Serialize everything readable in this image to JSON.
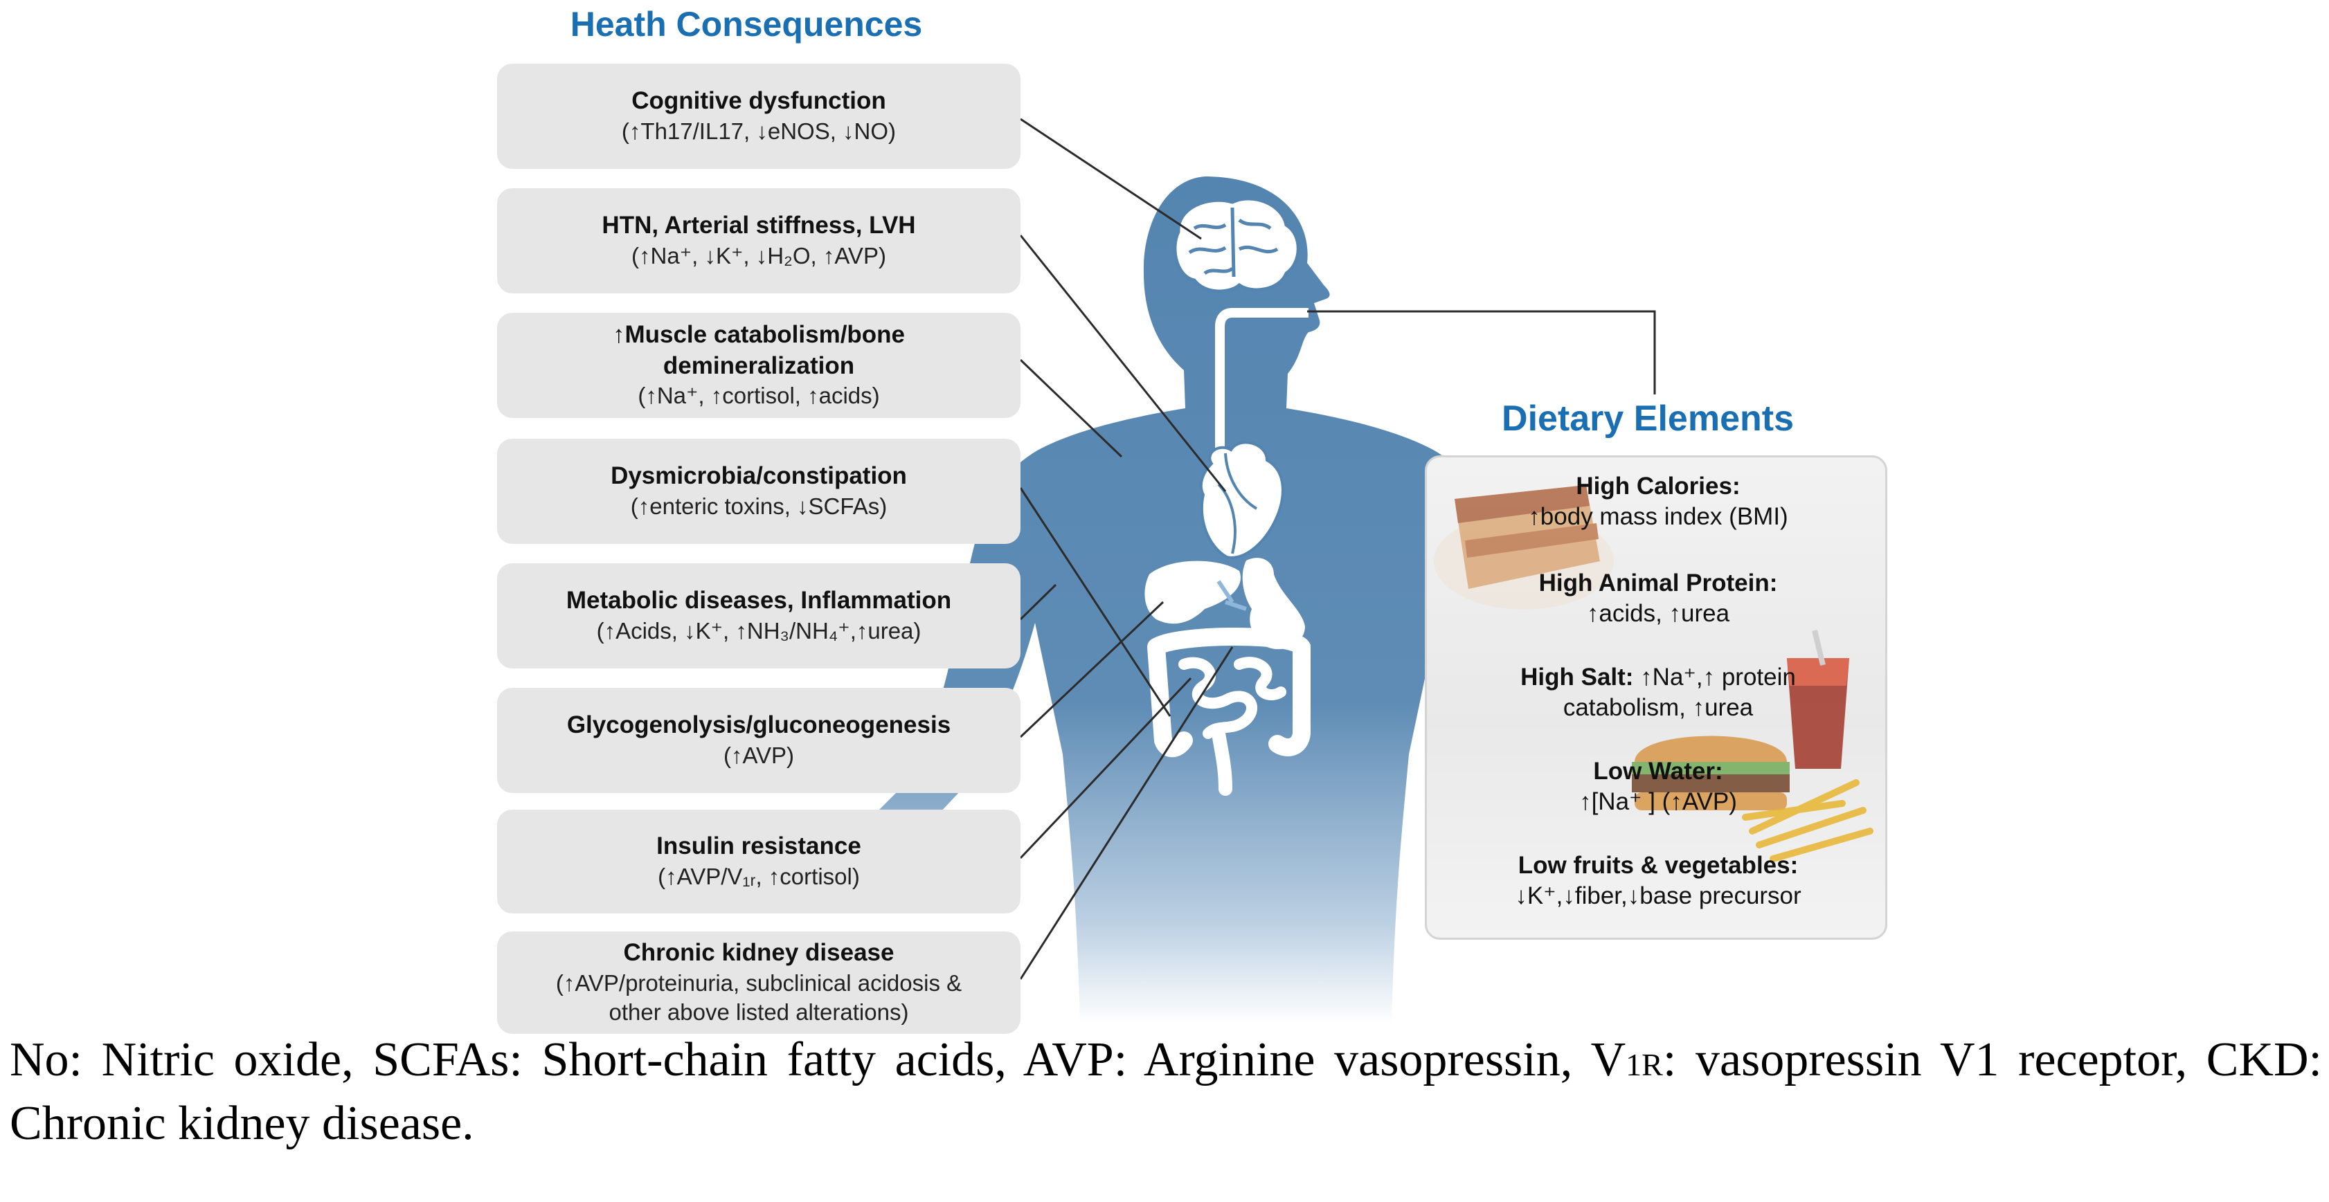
{
  "left_title": "Heath Consequences",
  "right_title": "Dietary Elements",
  "consequences": [
    {
      "title": "Cognitive  dysfunction",
      "detail": "(↑Th17/IL17,  ↓eNOS,  ↓NO)"
    },
    {
      "title": "HTN, Arterial  stiffness, LVH",
      "detail": "(↑Na⁺,  ↓K⁺,  ↓H₂O,  ↑AVP)"
    },
    {
      "title": "↑Muscle catabolism/bone\ndemineralization",
      "detail": "(↑Na⁺,  ↑cortisol, ↑acids)"
    },
    {
      "title": "Dysmicrobia/constipation",
      "detail": "(↑enteric toxins,  ↓SCFAs)"
    },
    {
      "title": "Metabolic diseases, Inflammation",
      "detail": "(↑Acids, ↓K⁺, ↑NH₃/NH₄⁺,↑urea)"
    },
    {
      "title": "Glycogenolysis/gluconeogenesis",
      "detail": "(↑AVP)"
    },
    {
      "title": "Insulin resistance",
      "detail": "(↑AVP/V₁ᵣ,  ↑cortisol)"
    },
    {
      "title": "Chronic kidney disease",
      "detail": "(↑AVP/proteinuria,  subclinical acidosis &\nother above listed alterations)"
    }
  ],
  "dietary": [
    {
      "title": "High Calories:",
      "detail": "↑body mass index (BMI)"
    },
    {
      "title": "High Animal Protein:",
      "detail": "↑acids, ↑urea"
    },
    {
      "title": "High Salt:",
      "title_rest": " ↑Na⁺,↑ protein",
      "detail": "catabolism, ↑urea"
    },
    {
      "title": "Low Water:",
      "detail": "↑[Na⁺ ] (↑AVP)"
    },
    {
      "title": "Low fruits & vegetables:",
      "detail": "↓K⁺,↓fiber,↓base precursor"
    }
  ],
  "caption": {
    "text1": "No: Nitric oxide, SCFAs: Short-chain fatty acids, AVP: Arginine vasopressin, V",
    "sub": "1R",
    "text2": ": vasopressin V1 receptor, CKD: Chronic kidney disease."
  },
  "colors": {
    "title_blue": "#1a6fb3",
    "body_blue": "#5485b0",
    "box_gray": "#e6e6e6"
  }
}
